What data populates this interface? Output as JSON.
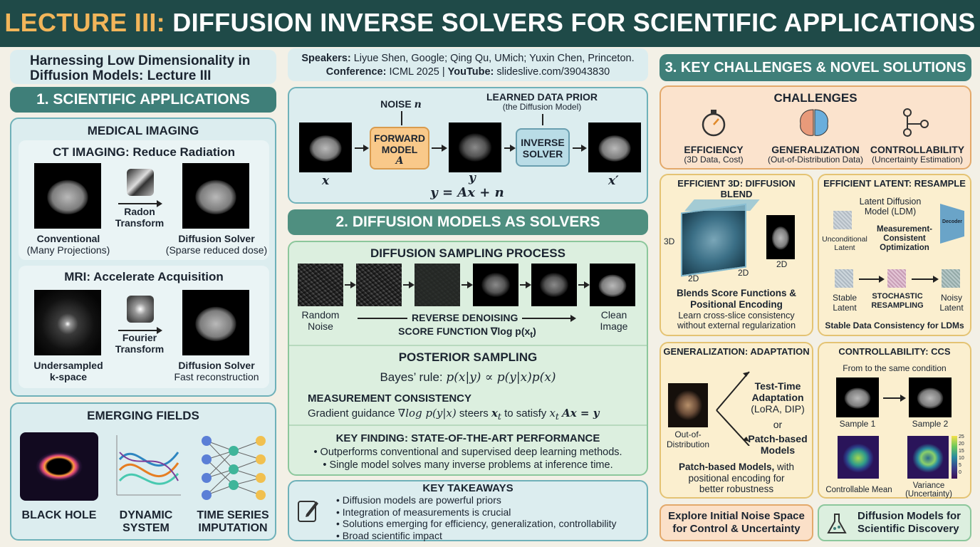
{
  "header": {
    "lecture": "LECTURE III:",
    "title": "DIFFUSION INVERSE SOLVERS FOR SCIENTIFIC APPLICATIONS"
  },
  "left": {
    "subtitle_1": "Harnessing Low Dimensionality in",
    "subtitle_2": "Diffusion Models: Lecture III",
    "banner": "1. SCIENTIFIC APPLICATIONS",
    "medical_title": "MEDICAL IMAGING",
    "ct_title": "CT IMAGING: Reduce Radiation",
    "ct_op_1": "Radon",
    "ct_op_2": "Transform",
    "ct_left_1": "Conventional",
    "ct_left_2": "(Many Projections)",
    "ct_right_1": "Diffusion Solver",
    "ct_right_2": "(Sparse reduced dose)",
    "mri_title": "MRI: Accelerate Acquisition",
    "mri_op_1": "Fourier",
    "mri_op_2": "Transform",
    "mri_left_1": "Undersampled",
    "mri_left_2": "k-space",
    "mri_right_1": "Diffusion Solver",
    "mri_right_2": "Fast reconstruction",
    "emerging_title": "EMERGING FIELDS",
    "fields": [
      {
        "label_1": "BLACK HOLE",
        "label_2": ""
      },
      {
        "label_1": "DYNAMIC",
        "label_2": "SYSTEM"
      },
      {
        "label_1": "TIME SERIES",
        "label_2": "IMPUTATION"
      }
    ]
  },
  "center": {
    "speakers_label": "Speakers:",
    "speakers": "Liyue Shen, Google; Qing Qu, UMich; Yuxin Chen, Princeton.",
    "conference_label": "Conference:",
    "conference": "ICML 2025",
    "sep": "|",
    "youtube_label": "YouTube:",
    "youtube": "slideslive.com/39043830",
    "noise_label": "NOISE",
    "noise_sym": "n",
    "prior_1": "LEARNED DATA PRIOR",
    "prior_2": "(the Diffusion Model)",
    "forward_1": "FORWARD",
    "forward_2": "MODEL",
    "forward_sym": "A",
    "inverse_1": "INVERSE",
    "inverse_2": "SOLVER",
    "x": "x",
    "y": "y",
    "xprime": "x′",
    "equation": "y = Ax + n",
    "banner2": "2. DIFFUSION MODELS AS SOLVERS",
    "sampling_title": "DIFFUSION SAMPLING PROCESS",
    "random_1": "Random",
    "random_2": "Noise",
    "clean_1": "Clean",
    "clean_2": "Image",
    "reverse": "REVERSE DENOISING",
    "score": "SCORE FUNCTION ∇log p(x",
    "score_sub": "t",
    "score_close": ")",
    "posterior_title": "POSTERIOR SAMPLING",
    "bayes_label": "Bayes’ rule:",
    "bayes_formula": "p(x|y) ∝ p(y|x)p(x)",
    "measurement_title": "MEASUREMENT CONSISTENCY",
    "gradient_1": "Gradient guidance",
    "gradient_2": "∇log p(y|x)",
    "gradient_3": "steers",
    "gradient_4": "x",
    "gradient_5": "to satisfy",
    "gradient_6": "x",
    "gradient_7": "Ax = y",
    "finding_title": "KEY FINDING: STATE-OF-THE-ART PERFORMANCE",
    "findings": [
      "• Outperforms conventional and supervised deep learning methods.",
      "• Single model solves many inverse problems at inference time."
    ],
    "takeaways_title": "KEY TAKEAWAYS",
    "takeaways": [
      "Diffusion models are powerful priors",
      "Integration of measurements is crucial",
      "Solutions emerging for efficiency, generalization, controllability",
      "Broad scientific impact"
    ]
  },
  "right": {
    "banner": "3. KEY CHALLENGES & NOVEL SOLUTIONS",
    "challenges_title": "CHALLENGES",
    "challenges": [
      {
        "title": "EFFICIENCY",
        "sub": "(3D Data, Cost)"
      },
      {
        "title": "GENERALIZATION",
        "sub": "(Out-of-Distribution Data)"
      },
      {
        "title": "CONTROLLABILITY",
        "sub": "(Uncertainty Estimation)"
      }
    ],
    "eff3d_title": "EFFICIENT 3D: DIFFUSION BLEND",
    "eff3d_3d": "3D",
    "eff3d_2d": "2D",
    "eff3d_b1": "Blends Score Functions &",
    "eff3d_b2": "Positional Encoding",
    "eff3d_d1": "Learn cross-slice consistency",
    "eff3d_d2": "without external regularization",
    "latent_title": "EFFICIENT LATENT: RESAMPLE",
    "ldm_1": "Latent Diffusion",
    "ldm_2": "Model (LDM)",
    "decoder": "Decoder",
    "uncond_1": "Unconditional",
    "uncond_2": "Latent",
    "mc_1": "Measurement-",
    "mc_2": "Consistent",
    "mc_3": "Optimization",
    "stable_1": "Stable",
    "stable_2": "Latent",
    "stoch_1": "STOCHASTIC",
    "stoch_2": "RESAMPLING",
    "noisy_1": "Noisy",
    "noisy_2": "Latent",
    "latent_foot": "Stable Data Consistency for LDMs",
    "gen_title": "GENERALIZATION: ADAPTATION",
    "ood_1": "Out-of-",
    "ood_2": "Distribution",
    "tta_1": "Test-Time",
    "tta_2": "Adaptation",
    "tta_3": "(LoRA, DIP)",
    "or": "or",
    "patch_1": "Patch-based",
    "patch_2": "Models",
    "gen_foot_1": "Patch-based Models,",
    "gen_foot_1b": " with",
    "gen_foot_2": "positional encoding for",
    "gen_foot_3": "better robustness",
    "ctrl_title": "CONTROLLABILITY: CCS",
    "ctrl_sub": "From to the same condition",
    "sample1": "Sample 1",
    "sample2": "Sample 2",
    "mean": "Controllable Mean",
    "var_1": "Variance",
    "var_2": "(Uncertainty)",
    "colorbar_ticks": [
      "25",
      "20",
      "15",
      "10",
      "5",
      "0"
    ],
    "explore_1": "Explore Initial Noise Space",
    "explore_2": "for Control & Uncertainty",
    "discovery_1": "Diffusion Models for",
    "discovery_2": "Scientific Discovery"
  },
  "colors": {
    "header": "#1f4a48",
    "accent": "#f2b55a",
    "banner": "#3f7f79"
  }
}
